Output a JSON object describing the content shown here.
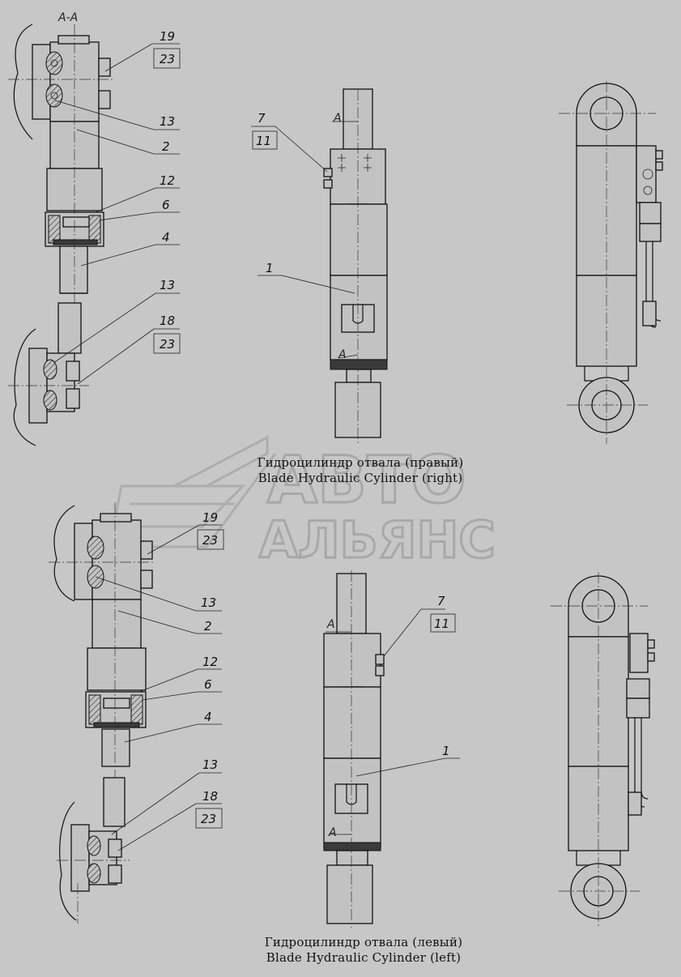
{
  "captions": {
    "right_ru": "Гидроцилиндр отвала (правый)",
    "right_en": "Blade Hydraulic Cylinder (right)",
    "left_ru": "Гидроцилиндр отвала (левый)",
    "left_en": "Blade Hydraulic Cylinder (left)"
  },
  "section_label": "А-А",
  "section_marker": "А",
  "callouts": {
    "c19": "19",
    "c23": "23",
    "c13": "13",
    "c2": "2",
    "c12": "12",
    "c6": "6",
    "c4": "4",
    "c18": "18",
    "c7": "7",
    "c11": "11",
    "c1": "1"
  },
  "watermark": {
    "line1": "АВТО",
    "line2": "АЛЬЯНС"
  }
}
